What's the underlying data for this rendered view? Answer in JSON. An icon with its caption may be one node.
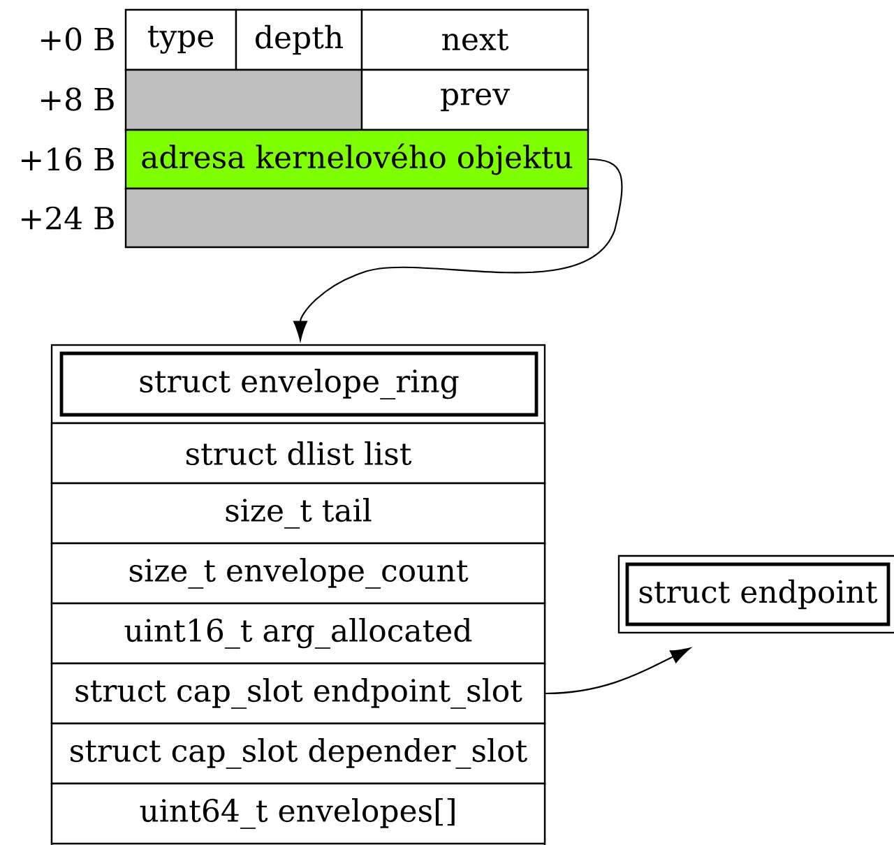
{
  "diagram": {
    "nodes": [
      {
        "text": [
          "type"
        ]
      },
      {
        "text": [
          "depth"
        ]
      },
      {
        "text": [
          "next"
        ]
      },
      {
        "text": [],
        "shape": "box"
      },
      {
        "text": [
          "prev"
        ]
      },
      {
        "text": [
          "adresa kernelového objektu"
        ]
      },
      {
        "text": [],
        "shape": "box"
      },
      {
        "text": [
          "struct envelope_ring"
        ]
      },
      {
        "text": [
          "struct dlist list"
        ]
      },
      {
        "text": [
          "size_t tail"
        ]
      },
      {
        "text": [
          "size_t envelope_count"
        ]
      },
      {
        "text": [
          "uint16_t arg_allocated"
        ]
      },
      {
        "text": [
          "struct cap_slot endpoint_slot"
        ]
      },
      {
        "text": [
          "struct cap_slot depender_slot"
        ]
      },
      {
        "text": [
          "uint64_t envelopes[]"
        ]
      },
      {
        "text": [
          "struct endpoint"
        ]
      }
    ],
    "edges": [
      {
        "from": 5,
        "to": 7,
        "arrow": "to"
      },
      {
        "from": 12,
        "to": 15,
        "arrow": "to"
      }
    ],
    "labels": [
      "+0 B",
      "+8 B",
      "+16 B",
      "+24 B"
    ]
  }
}
